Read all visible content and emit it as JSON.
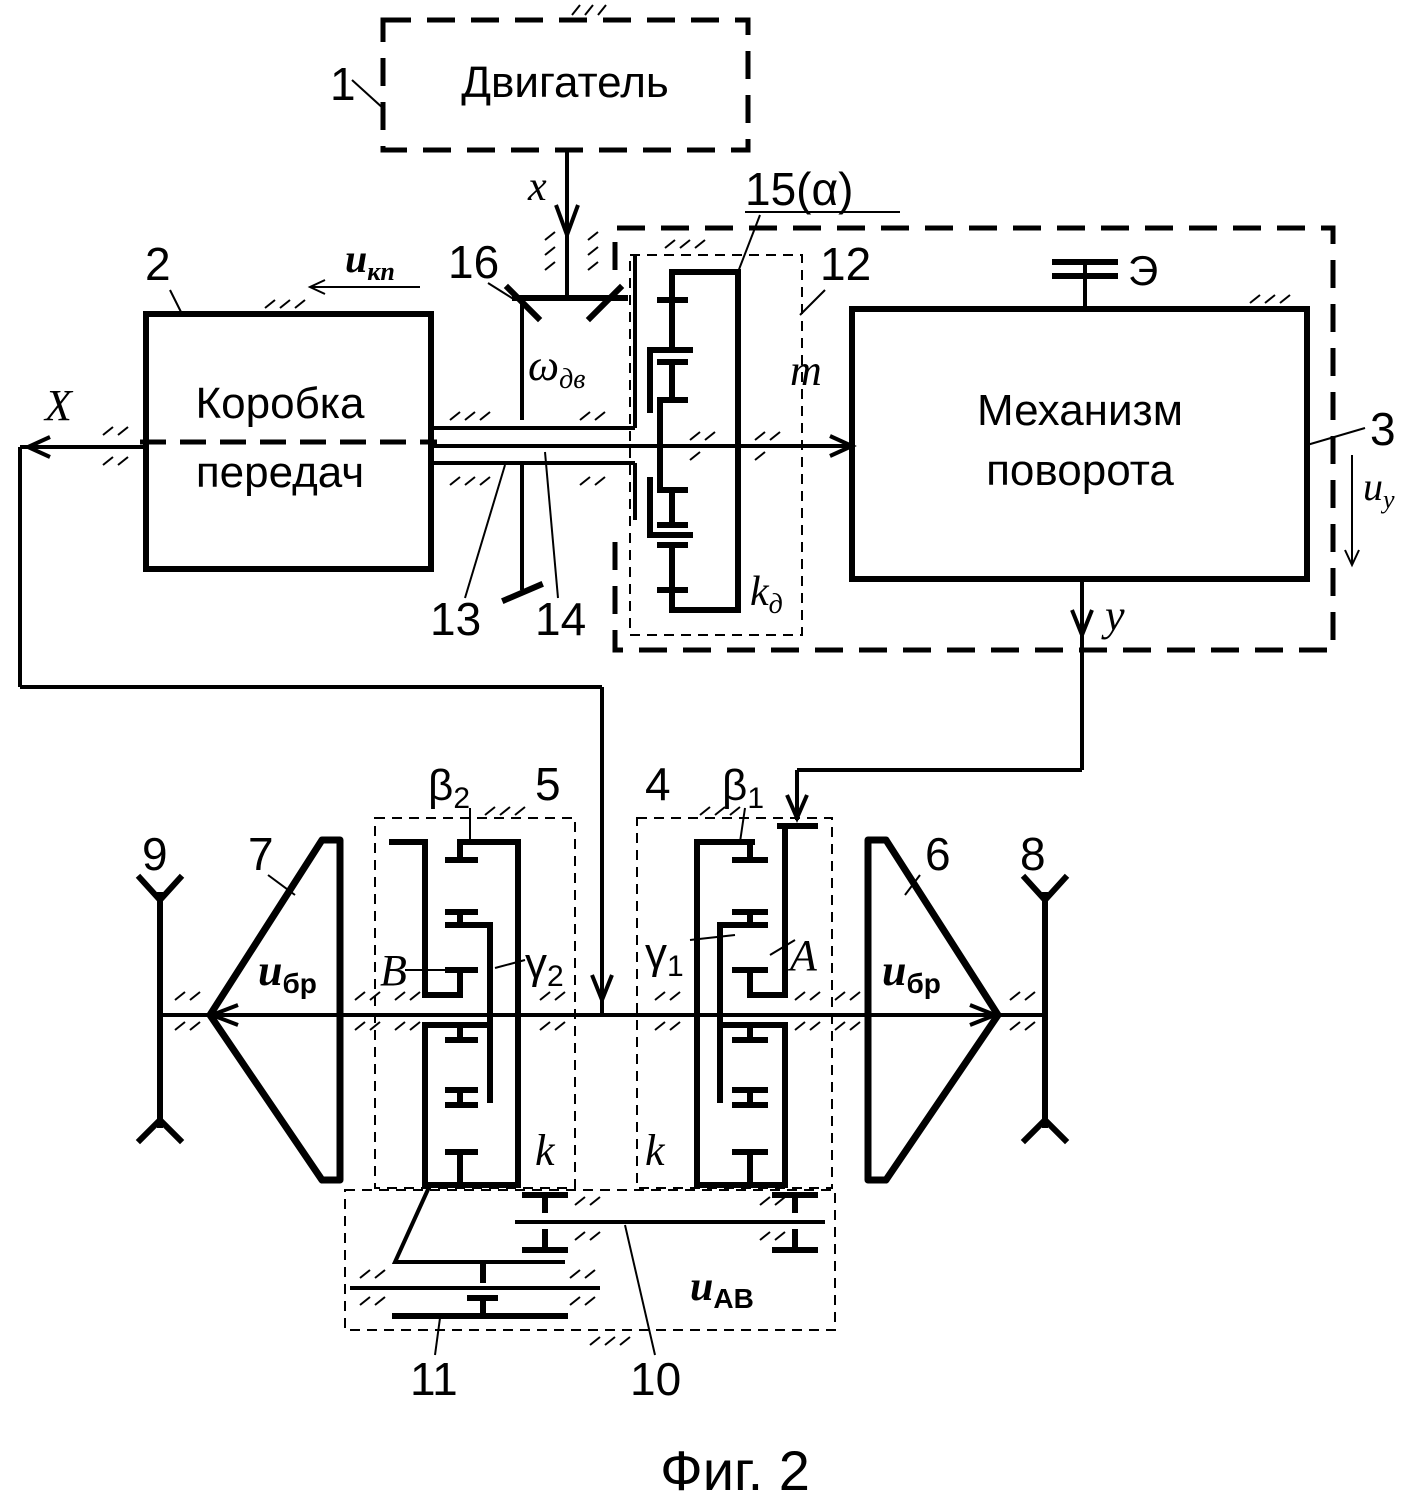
{
  "blocks": {
    "engine": "Двигатель",
    "gearbox_line1": "Коробка",
    "gearbox_line2": "передач",
    "turn_mech_line1": "Механизм",
    "turn_mech_line2": "поворота"
  },
  "numbers": {
    "n1": "1",
    "n2": "2",
    "n3": "3",
    "n4": "4",
    "n5": "5",
    "n6": "6",
    "n7": "7",
    "n8": "8",
    "n9": "9",
    "n10": "10",
    "n11": "11",
    "n12": "12",
    "n13": "13",
    "n14": "14",
    "n15": "15(α)",
    "n16": "16"
  },
  "symbols": {
    "x_top": "x",
    "x_left": "X",
    "y": "y",
    "m": "m",
    "omega": "ω",
    "omega_sub": "дв",
    "u": "u",
    "u_kp_sub": "кп",
    "u_y_sub": "y",
    "u_br_sub": "бр",
    "u_ab_sub": "AB",
    "k_d": "k",
    "k_d_sub": "д",
    "k_left": "k",
    "k_right": "k",
    "energy": "Э",
    "beta": "β",
    "gamma": "γ",
    "sub1": "1",
    "sub2": "2",
    "A": "A",
    "B": "B"
  },
  "caption": "Фиг. 2"
}
